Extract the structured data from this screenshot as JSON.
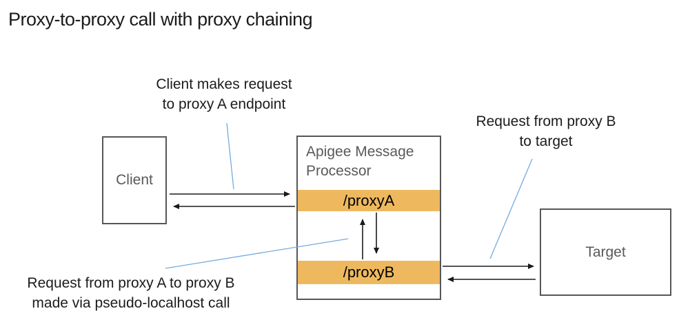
{
  "title": "Proxy-to-proxy call with proxy chaining",
  "diagram": {
    "client_box": {
      "label": "Client"
    },
    "apigee_box": {
      "title": "Apigee Message\nProcessor",
      "proxy_a_label": "/proxyA",
      "proxy_b_label": "/proxyB"
    },
    "target_box": {
      "label": "Target"
    },
    "annotations": {
      "client_request": "Client makes request\nto proxy A endpoint",
      "proxy_b_to_target": "Request from proxy B\nto target",
      "proxy_a_to_proxy_b": "Request from proxy A to proxy B\nmade via pseudo-localhost call"
    },
    "colors": {
      "proxy_bar": "#eeb95e",
      "annotation_line": "#74abdf",
      "arrow": "#1a1a1a",
      "box_border": "#55565a",
      "box_label": "#595959",
      "text": "#1b1b1b"
    }
  }
}
